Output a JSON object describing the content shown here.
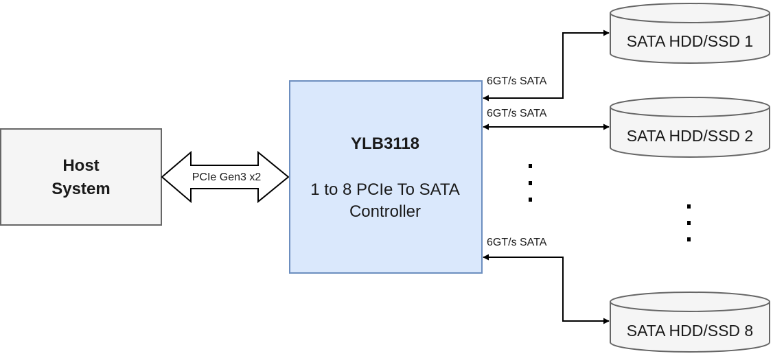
{
  "host": {
    "line1": "Host",
    "line2": "System"
  },
  "bus": {
    "label": "PCIe Gen3 x2"
  },
  "controller": {
    "name": "YLB3118",
    "desc_line1": "1 to 8 PCIe To SATA",
    "desc_line2": "Controller"
  },
  "links": [
    {
      "label": "6GT/s SATA"
    },
    {
      "label": "6GT/s SATA"
    },
    {
      "label": "6GT/s SATA"
    }
  ],
  "drives": [
    {
      "label": "SATA HDD/SSD 1"
    },
    {
      "label": "SATA HDD/SSD 2"
    },
    {
      "label": "SATA HDD/SSD 8"
    }
  ],
  "colors": {
    "host_fill": "#f5f5f5",
    "host_stroke": "#666666",
    "controller_fill": "#dae8fc",
    "controller_stroke": "#6c8ebf",
    "drive_fill": "#f5f5f5",
    "drive_stroke": "#666666",
    "line": "#000000"
  }
}
